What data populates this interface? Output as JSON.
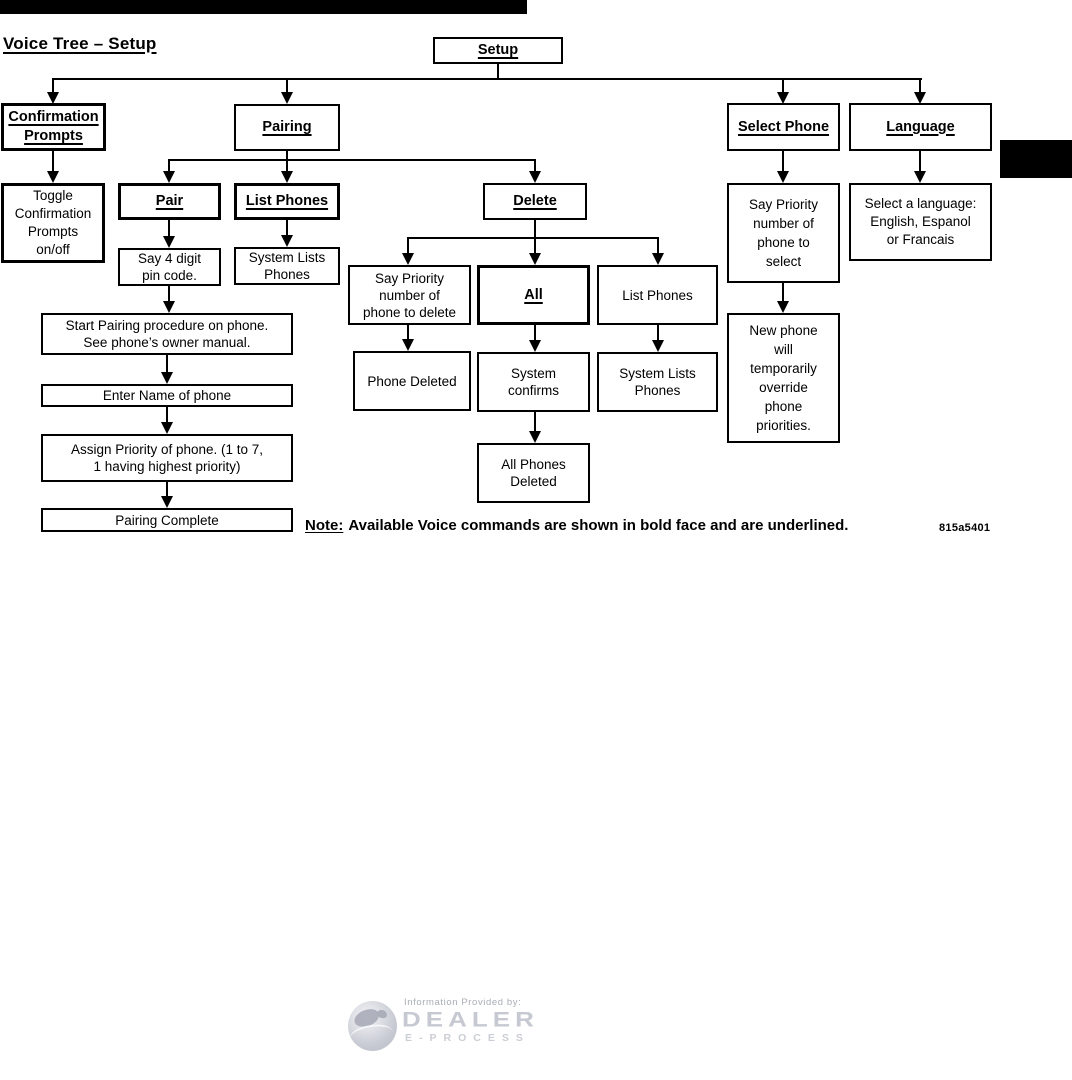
{
  "page": {
    "title": "Voice Tree – Setup",
    "figure_code": "815a5401"
  },
  "note": {
    "label": "Note:",
    "text": "Available Voice commands are shown in bold face and are underlined."
  },
  "colors": {
    "line": "#000000",
    "background": "#ffffff",
    "logo_gray": "#c6c9d1"
  },
  "nodes": {
    "setup": {
      "label": "Setup",
      "command": true
    },
    "confirmation_prompts": {
      "label": "Confirmation\nPrompts",
      "command": true
    },
    "pairing": {
      "label": "Pairing",
      "command": true
    },
    "select_phone": {
      "label": "Select Phone",
      "command": true
    },
    "language": {
      "label": "Language",
      "command": true
    },
    "toggle_confirmation": {
      "label": "Toggle\nConfirmation\nPrompts\non/off",
      "command": false
    },
    "pair": {
      "label": "Pair",
      "command": true
    },
    "list_phones": {
      "label": "List Phones",
      "command": true
    },
    "delete": {
      "label": "Delete",
      "command": true
    },
    "say_4_digit": {
      "label": "Say 4 digit\npin code.",
      "command": false
    },
    "system_lists_phones_1": {
      "label": "System Lists\nPhones",
      "command": false
    },
    "start_pairing": {
      "label": "Start Pairing procedure on phone.\nSee phone’s owner manual.",
      "command": false
    },
    "enter_name": {
      "label": "Enter Name of phone",
      "command": false
    },
    "assign_priority": {
      "label": "Assign Priority of phone. (1 to 7,\n1 having highest priority)",
      "command": false
    },
    "pairing_complete": {
      "label": "Pairing Complete",
      "command": false
    },
    "say_priority_delete": {
      "label": "Say Priority\nnumber of\nphone to delete",
      "command": false
    },
    "all": {
      "label": "All",
      "command": true
    },
    "list_phones_delete": {
      "label": "List Phones",
      "command": false
    },
    "phone_deleted": {
      "label": "Phone Deleted",
      "command": false
    },
    "system_confirms": {
      "label": "System\nconfirms",
      "command": false
    },
    "system_lists_phones_2": {
      "label": "System Lists\nPhones",
      "command": false
    },
    "all_phones_deleted": {
      "label": "All Phones\nDeleted",
      "command": false
    },
    "say_priority_select": {
      "label": "Say Priority\nnumber of\nphone to\nselect",
      "command": false
    },
    "new_phone_override": {
      "label": "New phone\nwill\ntemporarily\noverride\nphone\npriorities.",
      "command": false
    },
    "select_language": {
      "label": "Select a language:\nEnglish, Espanol\nor Francais",
      "command": false
    }
  },
  "logo": {
    "provided_by": "Information Provided by:",
    "brand": "DEALER",
    "brand_sub": "E-PROCESS"
  }
}
